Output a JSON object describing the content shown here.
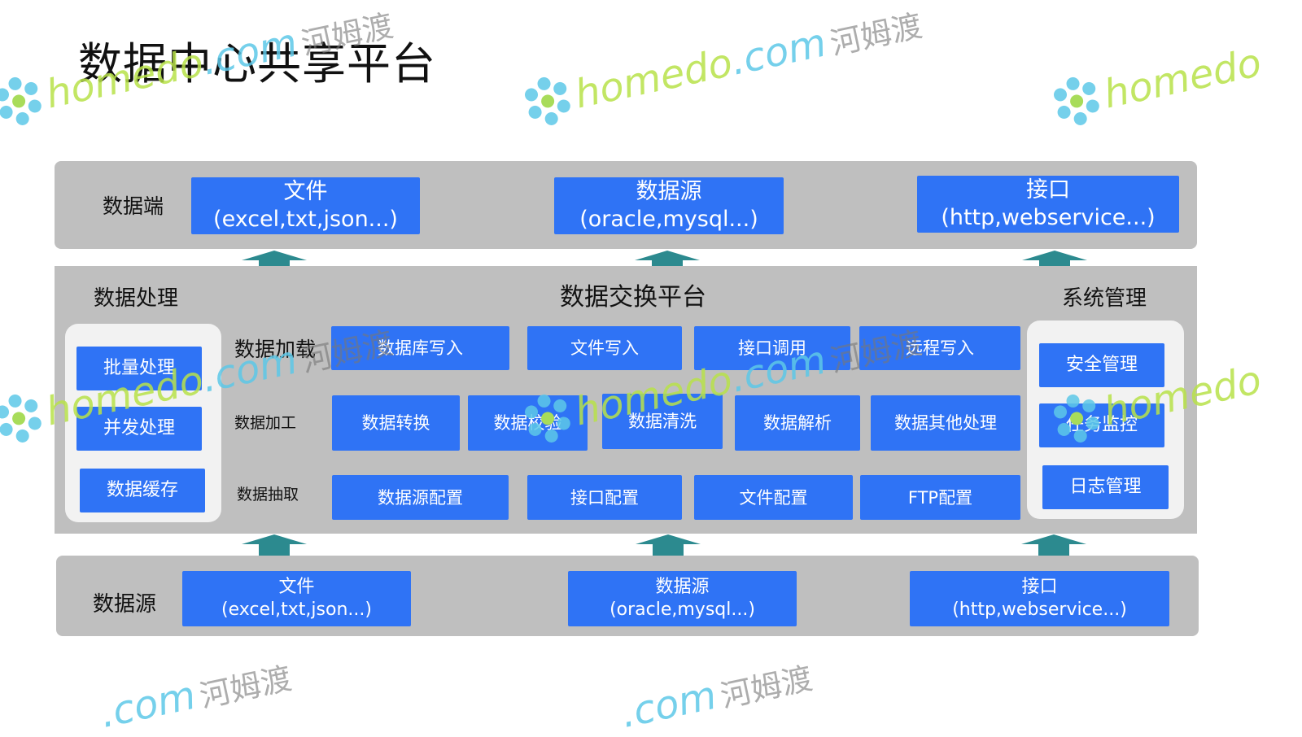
{
  "title": "数据中心共享平台",
  "top": {
    "label": "数据端",
    "boxes": [
      {
        "l1": "文件",
        "l2": "(excel,txt,json...)"
      },
      {
        "l1": "数据源",
        "l2": "(oracle,mysql...)"
      },
      {
        "l1": "接口",
        "l2": "(http,webservice...)"
      }
    ]
  },
  "middle": {
    "left_title": "数据处理",
    "center_title": "数据交换平台",
    "right_title": "系统管理",
    "left_boxes": [
      "批量处理",
      "并发处理",
      "数据缓存"
    ],
    "right_boxes": [
      "安全管理",
      "任务监控",
      "日志管理"
    ],
    "row_labels": [
      "数据加载",
      "数据加工",
      "数据抽取"
    ],
    "row1": [
      "数据库写入",
      "文件写入",
      "接口调用",
      "远程写入"
    ],
    "row2": [
      "数据转换",
      "数据校验",
      "数据清洗",
      "数据解析",
      "数据其他处理"
    ],
    "row3": [
      "数据源配置",
      "接口配置",
      "文件配置",
      "FTP配置"
    ]
  },
  "bottom": {
    "label": "数据源",
    "boxes": [
      {
        "l1": "文件",
        "l2": "(excel,txt,json...)"
      },
      {
        "l1": "数据源",
        "l2": "(oracle,mysql...)"
      },
      {
        "l1": "接口",
        "l2": "(http,webservice...)"
      }
    ]
  },
  "watermark": {
    "latin": "homedo",
    "domain": ".com",
    "cn": "河姆渡"
  },
  "colors": {
    "box": "#2f73f5",
    "panel": "#bfbfbf",
    "inner": "#f2f2f2",
    "arrow": "#2c8a8f"
  }
}
